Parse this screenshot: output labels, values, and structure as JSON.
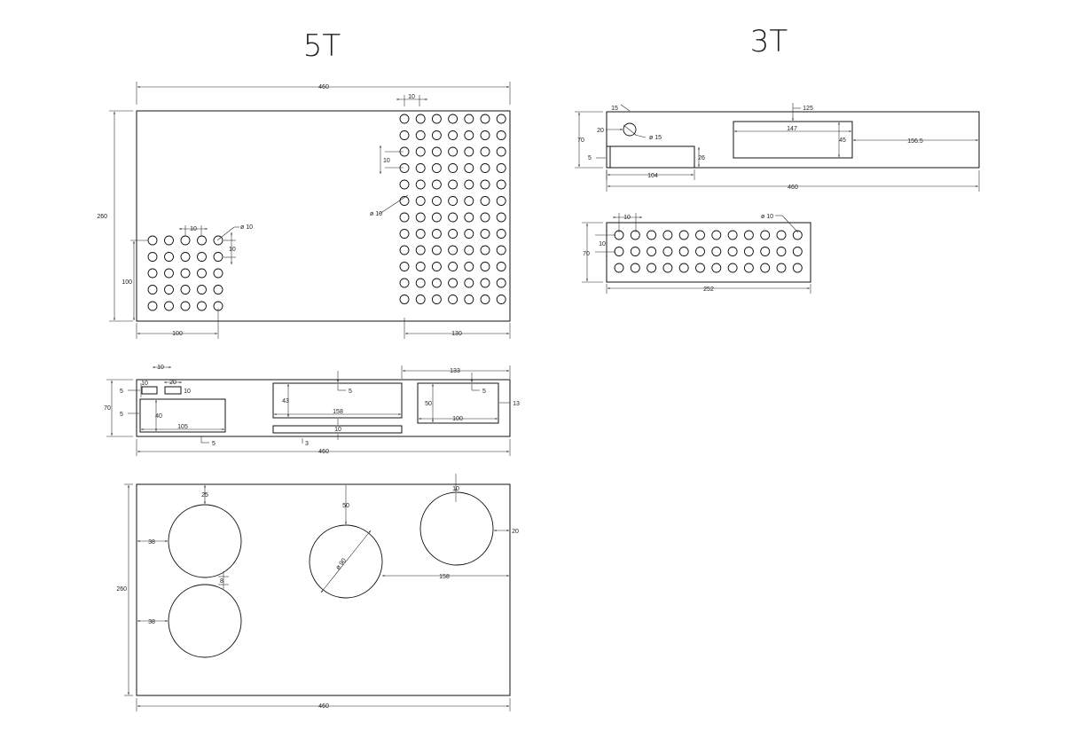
{
  "titles": {
    "left": "5T",
    "right": "3T"
  },
  "panel_5t_top": {
    "width": "460",
    "height": "260",
    "hole_pitch": "10",
    "hole_dia": "ø 10",
    "grid_left": {
      "width": "100",
      "height": "100",
      "pitch": "10",
      "dia": "ø 10"
    },
    "grid_right": {
      "width": "130",
      "pitch": "10",
      "dia": "ø 10"
    }
  },
  "panel_5t_side": {
    "height": "70",
    "width": "460",
    "right_offset": "133",
    "labels": [
      "5",
      "10",
      "10",
      "20",
      "10",
      "5",
      "40",
      "105",
      "5",
      "43",
      "158",
      "5",
      "10",
      "3",
      "50",
      "100",
      "5",
      "13"
    ]
  },
  "panel_5t_bottom": {
    "height": "260",
    "width": "460",
    "labels": [
      "25",
      "38",
      "38",
      "8",
      "50",
      "ø 90",
      "158",
      "10",
      "20"
    ]
  },
  "panel_3t_top": {
    "labels": [
      "15",
      "20",
      "ø 15",
      "70",
      "5",
      "104",
      "26",
      "125",
      "147",
      "45",
      "156.5",
      "460"
    ]
  },
  "panel_3t_grid": {
    "pitch_h": "10",
    "pitch_v": "10",
    "height": "70",
    "width": "252",
    "dia": "ø 10"
  }
}
